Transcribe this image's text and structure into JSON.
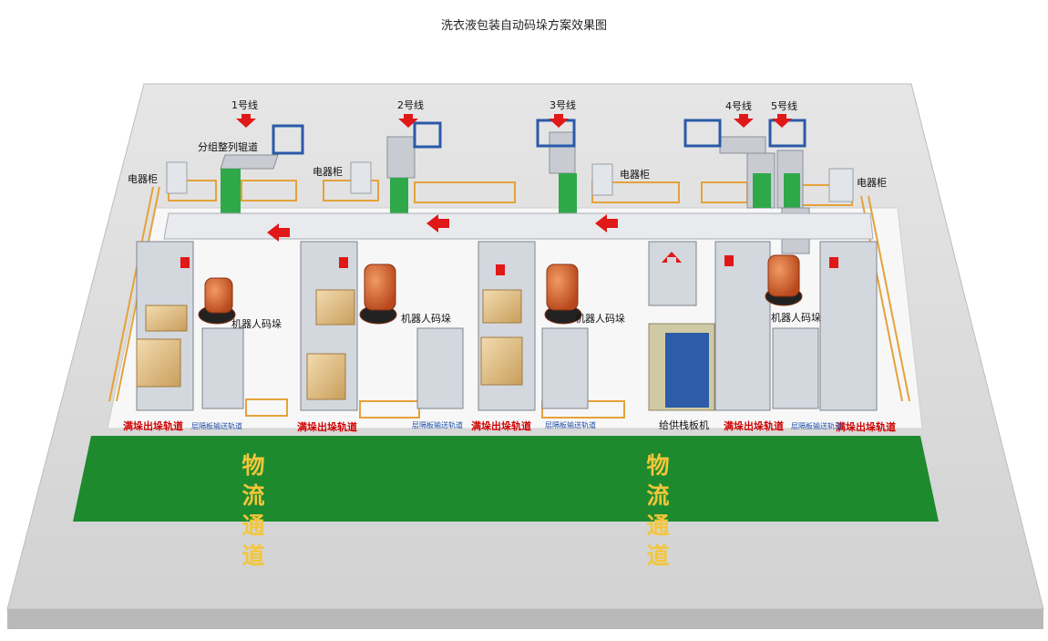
{
  "title": "洗衣液包装自动码垛方案效果图",
  "lines": [
    "1号线",
    "2号线",
    "3号线",
    "4号线",
    "5号线"
  ],
  "sorting_conveyor": "分组整列辊道",
  "electric_cabinet": "电器柜",
  "robot_label": "机器人码垛",
  "full_stack_track": "满垛出垛轨道",
  "separator_track": "层隔板输送轨道",
  "pallet_feeder": "给供栈板机",
  "logistics_channel": "物流通道",
  "colors": {
    "floor": "#dcdcdc",
    "channel": "#1e8a2e",
    "robot": "#d9652b",
    "conveyor_green": "#2fa84a",
    "rail": "#e5a23a",
    "arrow": "#e01818"
  }
}
